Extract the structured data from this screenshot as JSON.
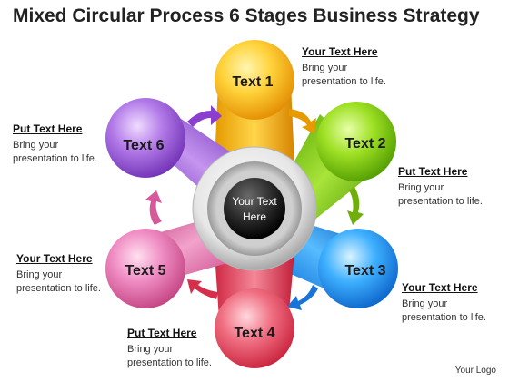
{
  "title": "Mixed Circular Process 6 Stages Business Strategy",
  "center": {
    "line1": "Your Text",
    "line2": "Here"
  },
  "stages": [
    {
      "label": "Text 1",
      "color": "#f5b400"
    },
    {
      "label": "Text 2",
      "color": "#7ec500"
    },
    {
      "label": "Text 3",
      "color": "#1e90ff"
    },
    {
      "label": "Text 4",
      "color": "#e84a5f"
    },
    {
      "label": "Text 5",
      "color": "#d95c9e"
    },
    {
      "label": "Text 6",
      "color": "#8e44c9"
    }
  ],
  "notes": [
    {
      "heading": "Your Text Here",
      "body": "Bring your presentation to life."
    },
    {
      "heading": "Put Text Here",
      "body": "Bring your presentation to life."
    },
    {
      "heading": "Your Text Here",
      "body": "Bring your presentation to life."
    },
    {
      "heading": "Put Text Here",
      "body": "Bring your presentation to life."
    },
    {
      "heading": "Your Text Here",
      "body": "Bring your presentation to life."
    },
    {
      "heading": "Put Text Here",
      "body": "Bring your presentation to life."
    }
  ],
  "logo": "Your Logo"
}
